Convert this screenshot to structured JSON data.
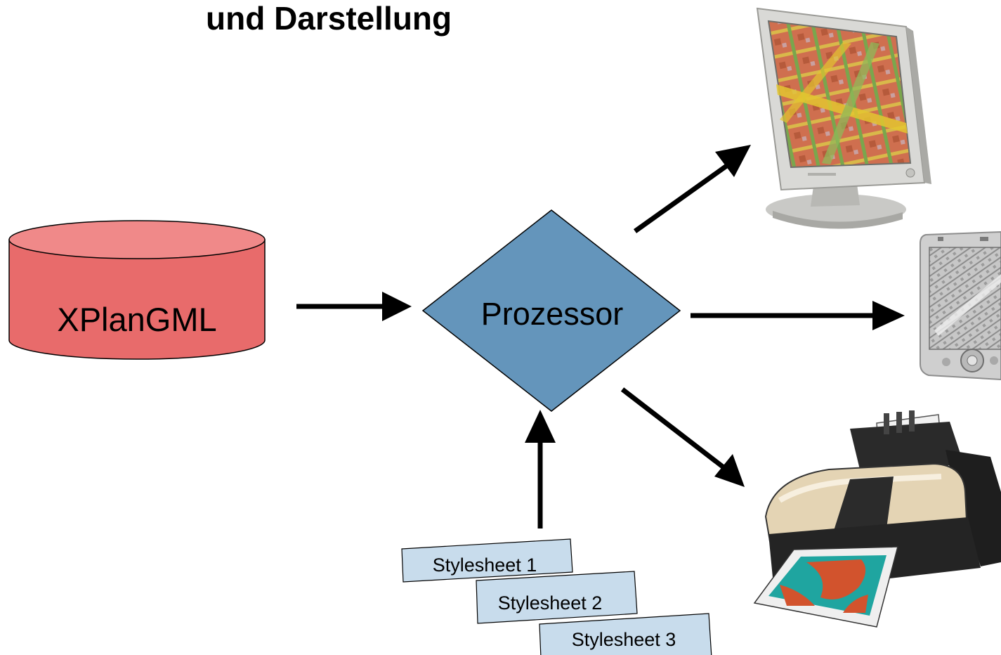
{
  "title": "und Darstellung",
  "source": {
    "label": "XPlanGML",
    "color": "#e86b6b",
    "top_color": "#f08989"
  },
  "processor": {
    "label": "Prozessor",
    "color": "#6495bb"
  },
  "stylesheets": [
    {
      "label": "Stylesheet 1"
    },
    {
      "label": "Stylesheet 2"
    },
    {
      "label": "Stylesheet 3"
    }
  ],
  "stylesheet_color": "#c8dcec",
  "outputs": [
    {
      "icon": "monitor-icon"
    },
    {
      "icon": "pda-icon"
    },
    {
      "icon": "printer-icon"
    }
  ]
}
